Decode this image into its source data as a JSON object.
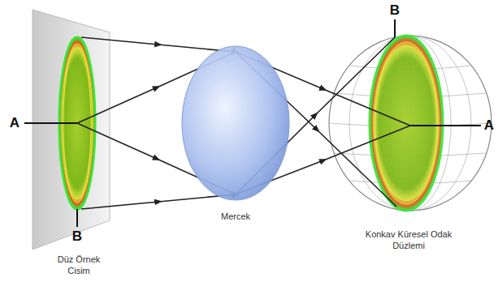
{
  "diagram": {
    "labels": [
      "B",
      "A",
      "A",
      "B",
      "Mercek",
      "Düz Örnek Cisim",
      "Konkav Küresel Odak Düzlemi"
    ]
  }
}
